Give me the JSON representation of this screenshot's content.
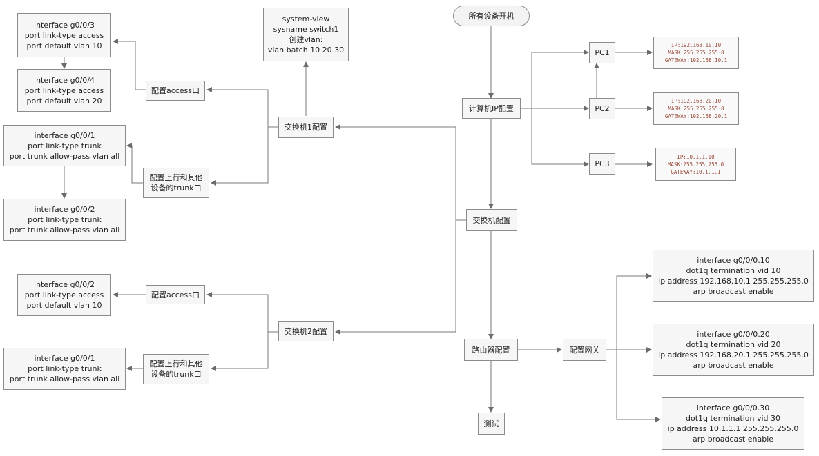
{
  "nodes": {
    "start": [
      "所有设备开机"
    ],
    "pc_config": [
      "计算机IP配置"
    ],
    "pc1": [
      "PC1"
    ],
    "pc2": [
      "PC2"
    ],
    "pc3": [
      "PC3"
    ],
    "ip1": [
      "IP:192.168.10.10",
      "MASK:255.255.255.0",
      "GATEWAY:192.168.10.1"
    ],
    "ip2": [
      "IP:192.168.20.10",
      "MASK:255.255.255.0",
      "GATEWAY:192.168.20.1"
    ],
    "ip3": [
      "IP:10.1.1.10",
      "MASK:255.255.255.0",
      "GATEWAY:10.1.1.1"
    ],
    "switch_config": [
      "交换机配置"
    ],
    "router_config": [
      "路由器配置"
    ],
    "gateway_config": [
      "配置网关"
    ],
    "test": [
      "测试"
    ],
    "sub10": [
      "interface g0/0/0.10",
      "dot1q termination vid 10",
      "ip address 192.168.10.1 255.255.255.0",
      "arp broadcast enable"
    ],
    "sub20": [
      "interface g0/0/0.20",
      "dot1q termination vid 20",
      "ip address 192.168.20.1 255.255.255.0",
      "arp broadcast enable"
    ],
    "sub30": [
      "interface g0/0/0.30",
      "dot1q termination vid 30",
      "ip address 10.1.1.1 255.255.255.0",
      "arp broadcast enable"
    ],
    "sw1": [
      "交换机1配置"
    ],
    "sw2": [
      "交换机2配置"
    ],
    "sysview": [
      "system-view",
      "sysname switch1",
      "创建vlan:",
      "vlan batch 10 20 30"
    ],
    "sw1_access": [
      "配置access口"
    ],
    "sw1_trunk": [
      "配置上行和其他",
      "设备的trunk口"
    ],
    "sw1_g3": [
      "interface g0/0/3",
      "port link-type access",
      "port default vlan 10"
    ],
    "sw1_g4": [
      "interface g0/0/4",
      "port link-type access",
      "port default vlan 20"
    ],
    "sw1_g1": [
      "interface g0/0/1",
      "port link-type trunk",
      "port trunk allow-pass vlan all"
    ],
    "sw1_g2": [
      "interface g0/0/2",
      "port link-type trunk",
      "port trunk allow-pass vlan all"
    ],
    "sw2_access": [
      "配置access口"
    ],
    "sw2_trunk": [
      "配置上行和其他",
      "设备的trunk口"
    ],
    "sw2_g2": [
      "interface g0/0/2",
      "port link-type access",
      "port default vlan 10"
    ],
    "sw2_g1": [
      "interface g0/0/1",
      "port link-type trunk",
      "port trunk allow-pass vlan all"
    ]
  }
}
